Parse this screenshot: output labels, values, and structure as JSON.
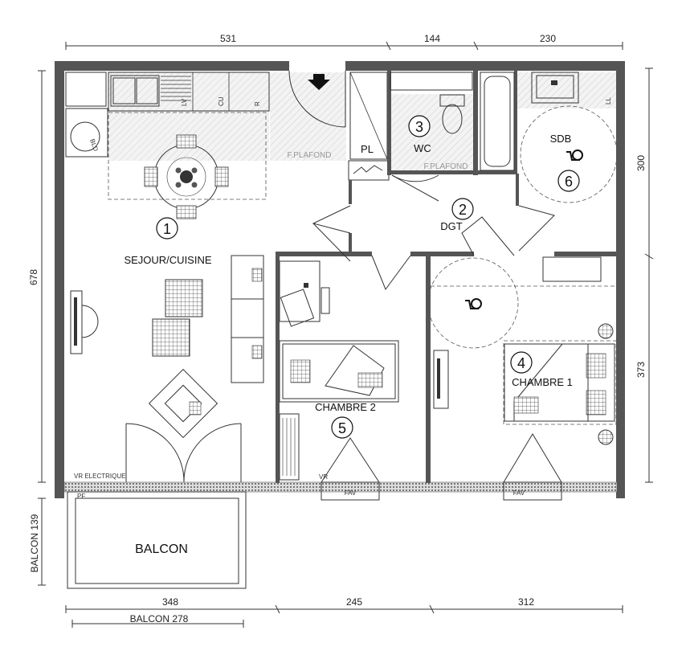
{
  "dimensions": {
    "top": [
      "531",
      "144",
      "230"
    ],
    "bottom": [
      "348",
      "245",
      "312"
    ],
    "balcony_width": "BALCON 278",
    "left_total": "678",
    "left_balcony": "BALCON 139",
    "right_upper": "300",
    "right_lower": "373"
  },
  "rooms": {
    "sejour": {
      "name": "SEJOUR/CUISINE",
      "number": "1"
    },
    "dgt": {
      "name": "DGT",
      "number": "2"
    },
    "wc": {
      "name": "WC",
      "number": "3"
    },
    "chambre1": {
      "name": "CHAMBRE 1",
      "number": "4"
    },
    "chambre2": {
      "name": "CHAMBRE 2",
      "number": "5"
    },
    "sdb": {
      "name": "SDB",
      "number": "6"
    },
    "balcon": {
      "name": "BALCON"
    }
  },
  "labels": {
    "pl": "PL",
    "fplafond": "F.PLAFOND",
    "vr_electrique": "VR ELECTRIQUE",
    "pf": "PF",
    "fav": "FAV",
    "vr": "VR",
    "lv": "LV",
    "cu": "CU",
    "r": "R",
    "bld": "BLD",
    "ll": "LL"
  }
}
